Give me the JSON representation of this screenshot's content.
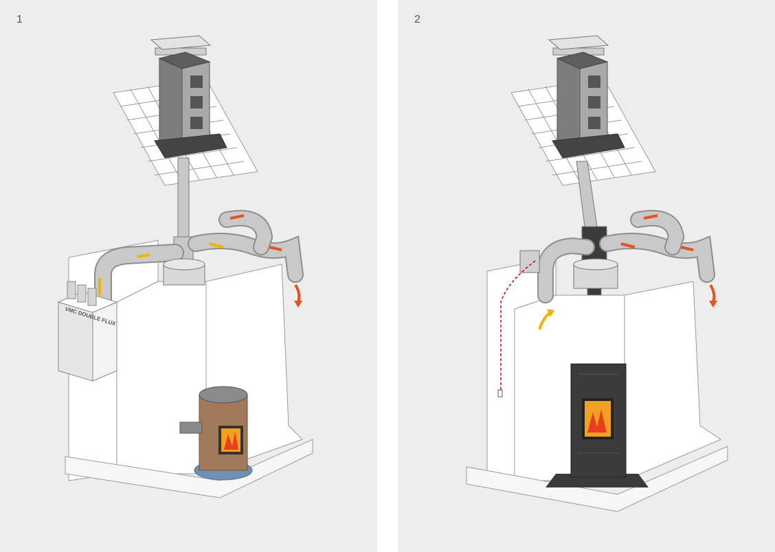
{
  "panels": [
    {
      "number": "1",
      "unit_label": "VMC DOUBLE FLUX"
    },
    {
      "number": "2"
    }
  ],
  "colors": {
    "panel_bg": "#ededed",
    "duct": "#b9b9b9",
    "chimney_cap": "#8a8a8a",
    "pellet_stove_body": "#a07a5a",
    "wood_stove_body": "#3b3b3b",
    "fresh_air_arrow": "#f2b400",
    "exhaust_arrow": "#e8521e",
    "wire": "#d40000"
  }
}
